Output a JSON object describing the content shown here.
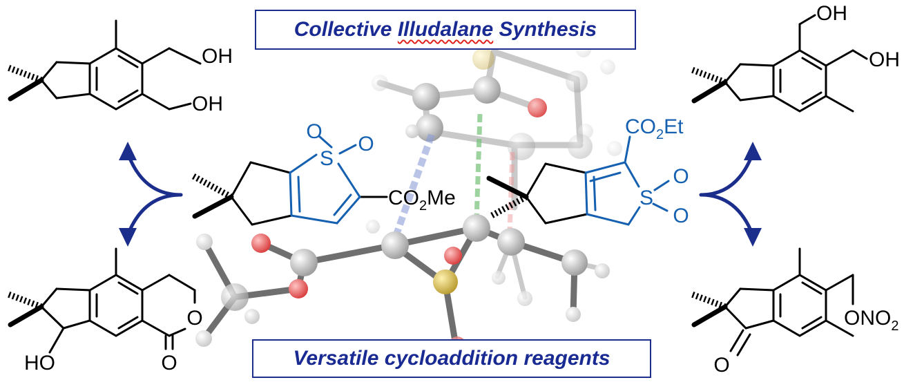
{
  "title_top": {
    "prefix": "Collective ",
    "highlight": "Illudalane",
    "suffix": " Synthesis"
  },
  "title_bottom": "Versatile cycloaddition reagents",
  "labels": {
    "oh_tl1": "OH",
    "oh_tl2": "OH",
    "oh_tr1": "OH",
    "oh_tr2": "OH",
    "ho_bl": "HO",
    "o_bl_ring": "O",
    "o_bl_carbonyl": "O",
    "o_br_ketone": "O",
    "ono2": "ONO",
    "ono2_sub": "2",
    "sulfone_left_s": "S",
    "sulfone_left_o1": "O",
    "sulfone_left_o2": "O",
    "co2me_main": "CO",
    "co2me_sub": "2",
    "co2me_tail": "Me",
    "sulfone_right_s": "S",
    "sulfone_right_o1": "O",
    "sulfone_right_o2": "O",
    "co2et_main": "CO",
    "co2et_sub": "2",
    "co2et_tail": "Et"
  },
  "colors": {
    "navy": "#1c2e8c",
    "blue_structure": "#1560b0",
    "atom_carbon": "#b9b9b9",
    "atom_oxygen": "#e15a5a",
    "atom_sulfur": "#cbb149",
    "bond_gray": "#6f6f6f",
    "squiggle_red": "#e0221d"
  }
}
